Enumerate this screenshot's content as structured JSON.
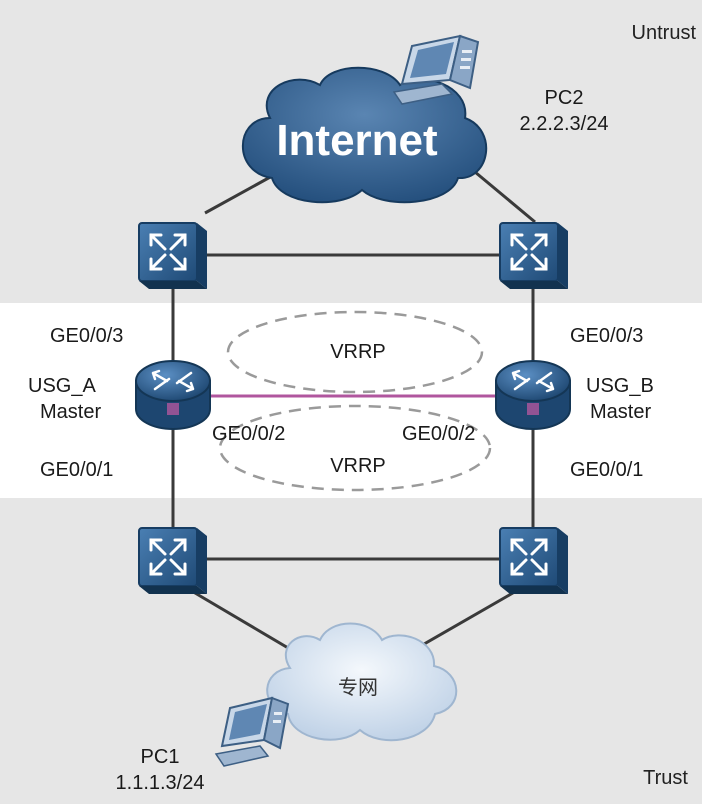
{
  "zones": {
    "untrust": "Untrust",
    "trust": "Trust"
  },
  "internet": {
    "label": "Internet"
  },
  "private_network": {
    "label": "专网"
  },
  "pc2": {
    "name": "PC2",
    "ip": "2.2.2.3/24"
  },
  "pc1": {
    "name": "PC1",
    "ip": "1.1.1.3/24"
  },
  "usg_a": {
    "name": "USG_A",
    "role": "Master",
    "if_upstream": "GE0/0/3",
    "if_heartbeat": "GE0/0/2",
    "if_downstream": "GE0/0/1"
  },
  "usg_b": {
    "name": "USG_B",
    "role": "Master",
    "if_upstream": "GE0/0/3",
    "if_heartbeat": "GE0/0/2",
    "if_downstream": "GE0/0/1"
  },
  "vrrp": {
    "upper": "VRRP",
    "lower": "VRRP"
  },
  "colors": {
    "zone_background": "#e6e6e6",
    "cloud_blue": "#2f5a86",
    "device_blue": "#2c5c8c",
    "heartbeat_link": "#b0569e",
    "private_cloud": "#d2dfee"
  },
  "icons": {
    "switch": "l3-switch-icon",
    "firewall": "firewall-router-icon",
    "pc": "pc-icon"
  }
}
